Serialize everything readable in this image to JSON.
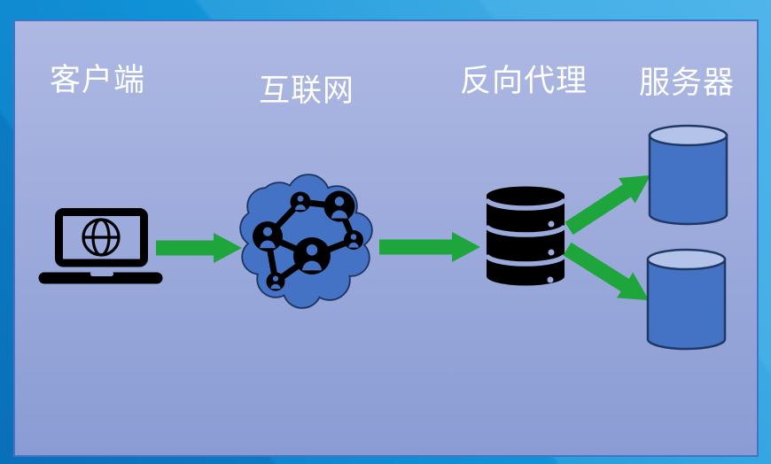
{
  "diagram": {
    "type": "architecture-flow",
    "nodes": [
      {
        "id": "client",
        "label": "客户端",
        "icon": "laptop-globe-icon"
      },
      {
        "id": "internet",
        "label": "互联网",
        "icon": "cloud-user-network-icon"
      },
      {
        "id": "reverse_proxy",
        "label": "反向代理",
        "icon": "database-stack-icon"
      },
      {
        "id": "servers",
        "label": "服务器",
        "icon": "database-cylinder-icon",
        "instances": 2
      }
    ],
    "edges": [
      {
        "from": "client",
        "to": "internet",
        "style": "green-arrow"
      },
      {
        "from": "internet",
        "to": "reverse_proxy",
        "style": "green-arrow"
      },
      {
        "from": "reverse_proxy",
        "to": "server_1",
        "style": "green-arrow"
      },
      {
        "from": "reverse_proxy",
        "to": "server_2",
        "style": "green-arrow"
      }
    ],
    "colors": {
      "frame_blue_dark": "#0a6fb9",
      "frame_blue_light": "#4fb5ea",
      "panel_top": "#aeb8e3",
      "panel_bottom": "#8a9cd4",
      "panel_border": "#4472c4",
      "arrow_green": "#1ea53c",
      "icon_black": "#000000",
      "cloud_fill": "#4472c4",
      "cloud_outline": "#1e3460",
      "cylinder_fill": "#4472c4",
      "cylinder_lid": "#b3c3e9",
      "cylinder_outline": "#1f3864",
      "label_text": "#ffffff"
    }
  }
}
